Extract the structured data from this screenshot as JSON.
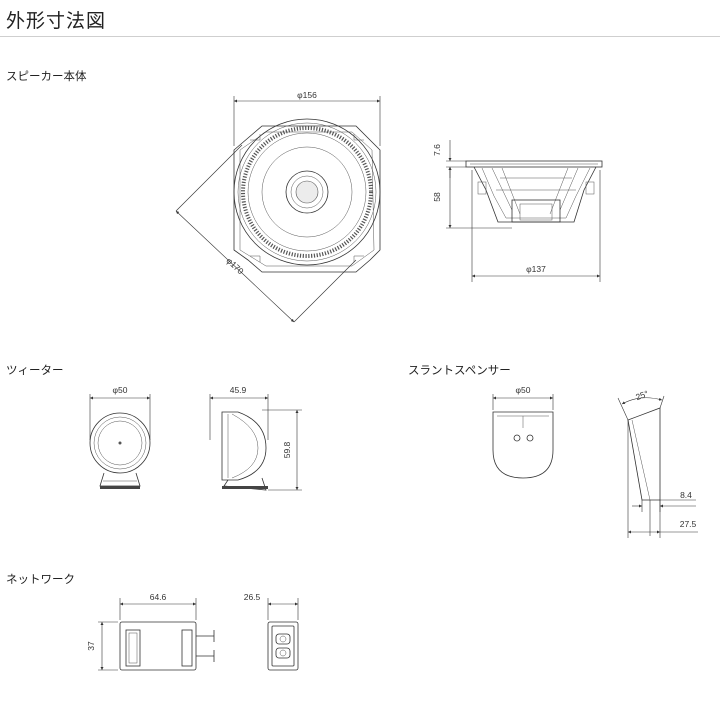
{
  "page_title": "外形寸法図",
  "sections": {
    "speaker": {
      "label": "スピーカー本体",
      "dims": {
        "phi_outer": "φ156",
        "phi_diag": "φ170",
        "depth_top": "7.6",
        "depth_body": "58",
        "phi_bottom": "φ137"
      }
    },
    "tweeter": {
      "label": "ツィーター",
      "dims": {
        "phi": "φ50",
        "depth": "45.9",
        "height": "59.8"
      }
    },
    "spacer": {
      "label": "スラントスペンサー",
      "dims": {
        "phi": "φ50",
        "angle": "25°",
        "thin": "8.4",
        "thick": "27.5"
      }
    },
    "network": {
      "label": "ネットワーク",
      "dims": {
        "width": "64.6",
        "height": "37",
        "depth": "26.5"
      }
    }
  }
}
